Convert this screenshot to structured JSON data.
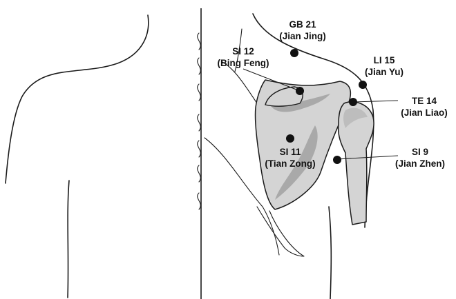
{
  "colors": {
    "bone_fill": "#d4d4d4",
    "bone_shade": "#a9a9a9",
    "ink": "#1a1a1a",
    "point": "#111111"
  },
  "points": [
    {
      "id": "gb21",
      "code": "GB 21",
      "name": "(Jian Jing)"
    },
    {
      "id": "si12",
      "code": "SI 12",
      "name": "(Bing Feng)"
    },
    {
      "id": "li15",
      "code": "LI 15",
      "name": "(Jian Yu)"
    },
    {
      "id": "te14",
      "code": "TE 14",
      "name": "(Jian Liao)"
    },
    {
      "id": "si11",
      "code": "SI 11",
      "name": "(Tian Zong)"
    },
    {
      "id": "si9",
      "code": "SI 9",
      "name": "(Jian Zhen)"
    }
  ]
}
